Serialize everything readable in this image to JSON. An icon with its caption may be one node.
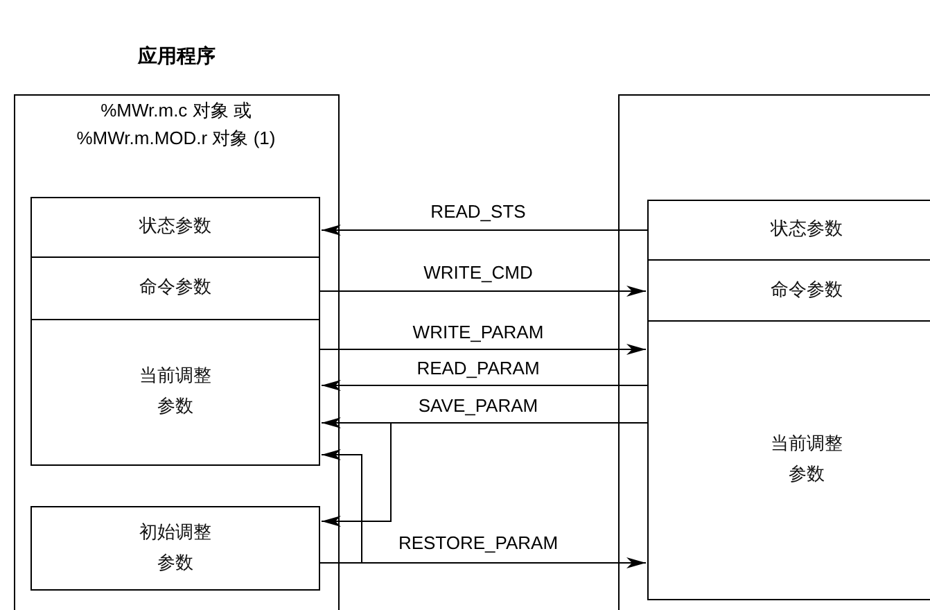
{
  "diagram": {
    "nodes": [
      {
        "text": [
          "应用程序",
          "%MWr.m.c 对象 或 %MWr.m.MOD.r 对象 (1)"
        ]
      },
      {
        "text": [
          "状态参数"
        ],
        "in": 0
      },
      {
        "text": [
          "命令参数"
        ],
        "in": 0
      },
      {
        "text": [
          "当前调整参数"
        ],
        "in": 0
      },
      {
        "text": [
          "初始调整参数"
        ],
        "in": 0
      },
      {
        "text": [],
        "shape": "box"
      },
      {
        "text": [
          "状态参数"
        ],
        "in": 5
      },
      {
        "text": [
          "命令参数"
        ],
        "in": 5
      },
      {
        "text": [
          "当前调整参数"
        ],
        "in": 5
      }
    ],
    "edges": [
      {
        "from": 6,
        "to": 1,
        "arrow": "to",
        "label": "READ_STS"
      },
      {
        "from": 2,
        "to": 7,
        "arrow": "to",
        "label": "WRITE_CMD"
      },
      {
        "from": 3,
        "to": 8,
        "arrow": "to",
        "label": "WRITE_PARAM"
      },
      {
        "from": 8,
        "to": 3,
        "arrow": "to",
        "label": "READ_PARAM"
      },
      {
        "from": 8,
        "to": 3,
        "arrow": "to",
        "label": "SAVE_PARAM"
      },
      {
        "from": 8,
        "to": 4,
        "arrow": "to"
      },
      {
        "from": 4,
        "to": 8,
        "arrow": "to",
        "label": "RESTORE_PARAM"
      },
      {
        "from": 4,
        "to": 3,
        "arrow": "to"
      }
    ]
  }
}
